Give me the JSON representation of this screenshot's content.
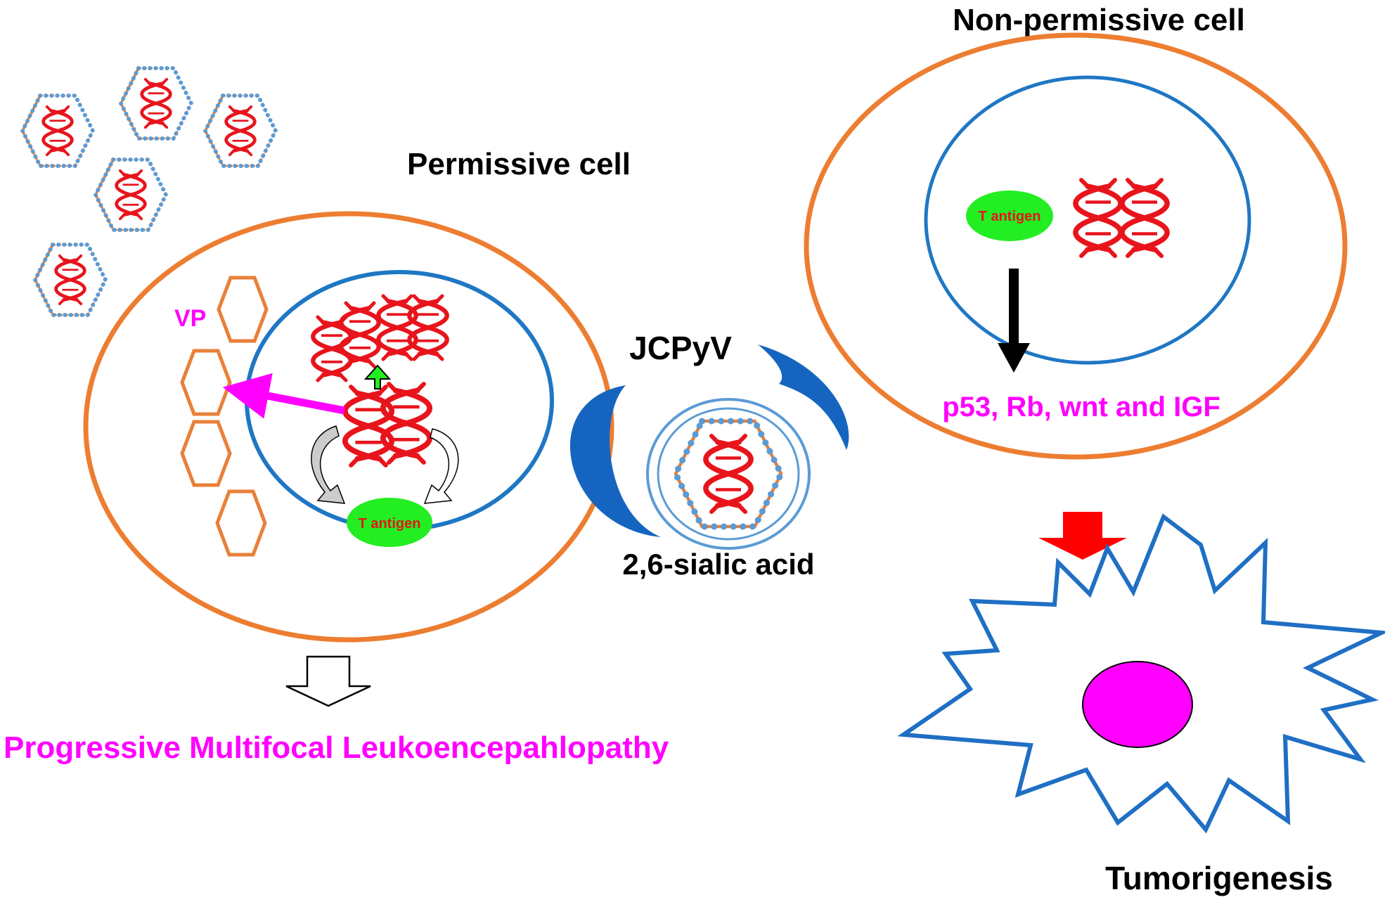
{
  "labels": {
    "permissive_cell": "Permissive cell",
    "non_permissive_cell": "Non-permissive cell",
    "vp": "VP",
    "jcpyv": "JCPyV",
    "sialic_acid": "2,6-sialic acid",
    "t_antigen_left": "T antigen",
    "t_antigen_right": "T antigen",
    "pathways": "p53, Rb, wnt and IGF",
    "pml": "Progressive Multifocal Leukoencepahlopathy",
    "tumorigenesis": "Tumorigenesis"
  },
  "colors": {
    "cell_membrane": "#ed7d31",
    "nucleus": "#1f77c4",
    "dna": "#e8141c",
    "magenta": "#ff00ff",
    "t_antigen": "#22ee22",
    "receptor": "#1565c0",
    "capsomere": "#5b9bd5",
    "red_arrow": "#ff0000",
    "tumor_nucleus": "#ff00ff",
    "tumor_outline": "#1f6fc4"
  }
}
